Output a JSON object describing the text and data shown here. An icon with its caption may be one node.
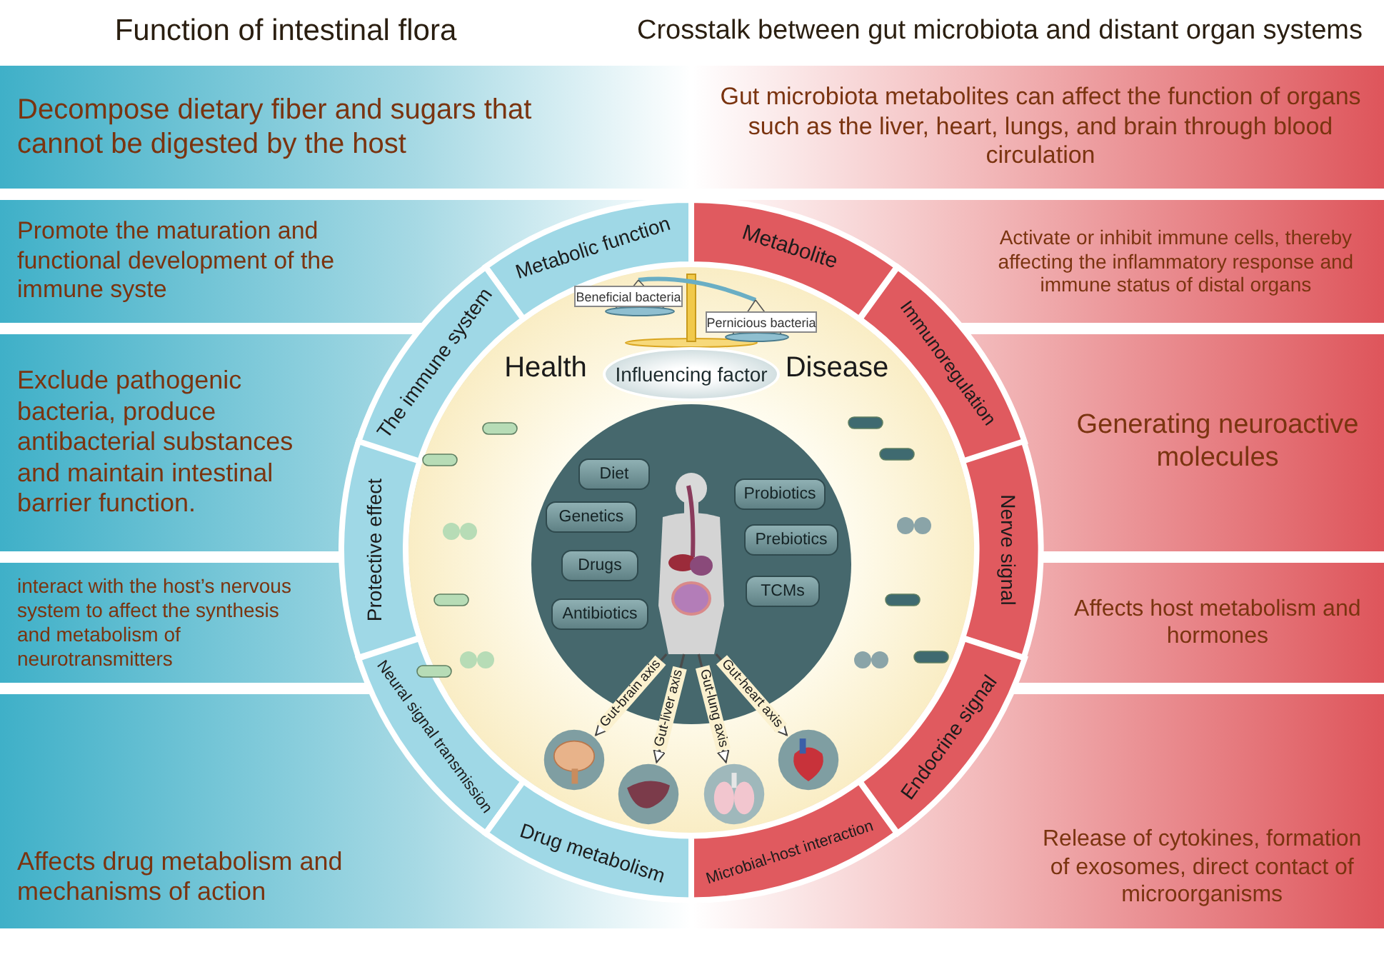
{
  "diagram": {
    "nodes": [
      {
        "text": [
          "Decompose dietary fiber and sugars that cannot be digested by the host"
        ]
      },
      {
        "text": [
          "Promote the maturation and functional development of the immune syste"
        ]
      },
      {
        "text": [
          "Exclude pathogenic bacteria, produce antibacterial substances and maintain intestinal barrier function."
        ]
      },
      {
        "text": [
          "interact with the host’s nervous system to affect the synthesis and metabolism of neurotransmitters"
        ]
      },
      {
        "text": [
          "Affects drug metabolism and mechanisms of action"
        ]
      },
      {
        "text": [
          "Gut microbiota metabolites can affect the function of organs such as the liver, heart, lungs, and brain through blood circulation"
        ]
      },
      {
        "text": [
          "Activate or inhibit immune cells, thereby affecting the inflammatory response and immune status of distal organs"
        ]
      },
      {
        "text": [
          "Generating neuroactive molecules"
        ]
      },
      {
        "text": [
          "Affects host metabolism and hormones"
        ]
      },
      {
        "text": [
          "Release of cytokines, formation of exosomes, direct contact of microorganisms"
        ]
      },
      {
        "text": [
          "Metabolic function"
        ]
      },
      {
        "text": [
          "The immune system"
        ]
      },
      {
        "text": [
          "Protective effect"
        ]
      },
      {
        "text": [
          "Neural signal transmission"
        ]
      },
      {
        "text": [
          "Drug metabolism"
        ]
      },
      {
        "text": [
          "Metabolite"
        ]
      },
      {
        "text": [
          "Immunoregulation"
        ]
      },
      {
        "text": [
          "Nerve signal"
        ]
      },
      {
        "text": [
          "Endocrine signal"
        ]
      },
      {
        "text": [
          "Microbial-host interaction"
        ]
      },
      {
        "text": [
          "Health",
          "Disease"
        ]
      },
      {
        "text": [
          "Beneficial bacteria"
        ],
        "in": 20
      },
      {
        "text": [
          "Pernicious bacteria"
        ],
        "in": 20
      },
      {
        "text": [
          "Influencing factor"
        ],
        "in": 20
      },
      {
        "text": [],
        "shape": "circle",
        "in": 20
      },
      {
        "text": [
          "Diet"
        ],
        "in": 24
      },
      {
        "text": [
          "Genetics"
        ],
        "in": 24
      },
      {
        "text": [
          "Drugs"
        ],
        "in": 24
      },
      {
        "text": [
          "Antibiotics"
        ],
        "in": 24
      },
      {
        "text": [
          "Probiotics"
        ],
        "in": 24
      },
      {
        "text": [
          "Prebiotics"
        ],
        "in": 24
      },
      {
        "text": [
          "TCMs"
        ],
        "in": 24
      },
      {
        "text": [],
        "shape": "picture",
        "in": 24
      },
      {
        "text": [],
        "shape": "picture",
        "in": 20
      },
      {
        "text": [],
        "shape": "picture",
        "in": 20
      },
      {
        "text": [],
        "shape": "picture",
        "in": 20
      },
      {
        "text": [],
        "shape": "picture",
        "in": 20
      }
    ],
    "edges": [
      {
        "from": 32,
        "to": 33,
        "arrow": "to",
        "label": "Gut-brain axis"
      },
      {
        "from": 32,
        "to": 34,
        "arrow": "to",
        "label": "Gut-liver axis"
      },
      {
        "from": 32,
        "to": 35,
        "arrow": "to",
        "label": "Gut-lung axis"
      },
      {
        "from": 32,
        "to": 36,
        "arrow": "to",
        "label": "Gut-heart axis"
      }
    ],
    "labels": [
      "Function of intestinal flora",
      "Crosstalk between gut microbiota and distant organ systems"
    ]
  }
}
